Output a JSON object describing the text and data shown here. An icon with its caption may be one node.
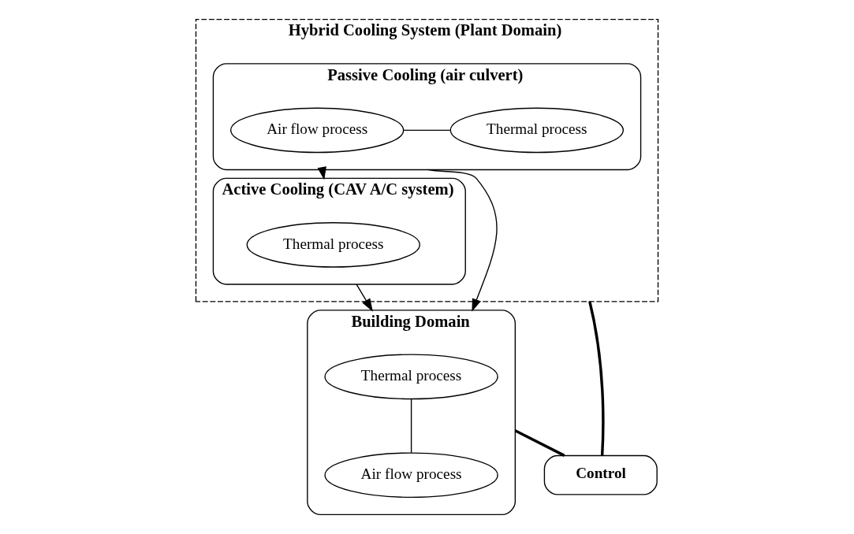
{
  "diagram": {
    "nodes": [
      {
        "text": [
          "Hybrid Cooling System (Plant Domain)"
        ]
      },
      {
        "text": [
          "Building Domain"
        ]
      },
      {
        "text": [
          "Thermal process"
        ],
        "in": 1
      },
      {
        "text": [
          "Air flow process"
        ],
        "in": 1
      },
      {
        "text": [
          "Passive Cooling (air culvert)"
        ],
        "in": 0
      },
      {
        "text": [
          "Air flow process"
        ],
        "in": 4
      },
      {
        "text": [
          "Thermal process"
        ],
        "in": 4
      },
      {
        "text": [
          "Active Cooling (CAV A/C system)"
        ],
        "in": 0
      },
      {
        "text": [
          "Thermal process"
        ],
        "in": 7
      },
      {
        "text": [
          "Control"
        ]
      }
    ],
    "edges": [
      {
        "from": 4,
        "to": 1,
        "arrow": "to"
      },
      {
        "from": 7,
        "to": 1,
        "arrow": "to"
      },
      {
        "from": 2,
        "to": 3,
        "arrow": "none"
      },
      {
        "from": 5,
        "to": 6,
        "arrow": "none"
      },
      {
        "from": 4,
        "to": 7,
        "arrow": "to"
      },
      {
        "from": 1,
        "to": 9,
        "arrow": "none",
        "style": "thick"
      },
      {
        "from": 9,
        "to": 0,
        "arrow": "none",
        "style": "thick"
      }
    ]
  }
}
